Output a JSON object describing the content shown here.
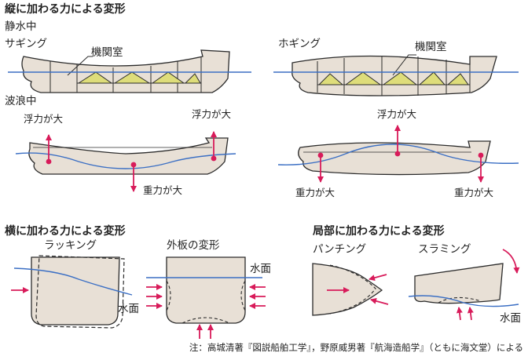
{
  "heading_longitudinal": "縦に加わる力による変形",
  "still_water": "静水中",
  "sagging": "サギング",
  "hogging": "ホギング",
  "engine_room_1": "機関室",
  "engine_room_2": "機関室",
  "waves": "波浪中",
  "buoyancy_1": "浮力が大",
  "buoyancy_2": "浮力が大",
  "buoyancy_3": "浮力が大",
  "gravity_1": "重力が大",
  "gravity_2": "重力が大",
  "gravity_3": "重力が大",
  "heading_transverse": "横に加わる力による変形",
  "racking": "ラッキング",
  "shell_deform": "外板の変形",
  "water_surface_1": "水面",
  "water_surface_2": "水面",
  "water_surface_3": "水面",
  "heading_local": "局部に加わる力による変形",
  "panting": "パンチング",
  "slamming": "スラミング",
  "source_note": "注：高城清著『図説船舶工学』，野原威男著『航海造船学』（ともに海文堂）による",
  "colors": {
    "hull": "#e8e0d6",
    "cargo": "#dedd7a",
    "water": "#3b6fc4",
    "force": "#d81b5a",
    "outline": "#2b2b2b"
  }
}
